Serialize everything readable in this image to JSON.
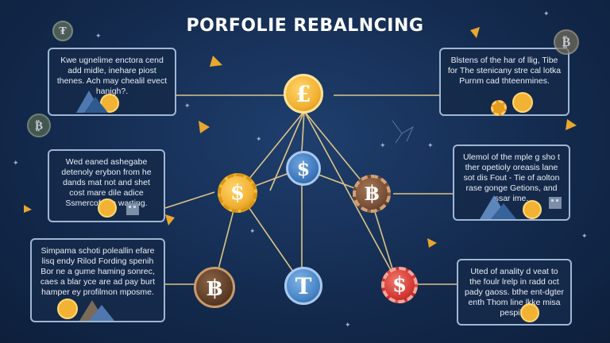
{
  "title": "PORFOLIE REBALNCING",
  "panels": {
    "top_left": "Kwe ugnelime enctora cend add midle, inehare piost thenes. Ach may chealil evect hanigh?.",
    "top_right": "Blstens of the har of llig, Tibe for The stenicany stre cal lotka Purnm cad thteenmines.",
    "mid_left": "Wed eaned ashegabe detenoly erybon from he dands mat not and shet cost mare dile adice Ssmercof tiye warting.",
    "mid_right": "Ulemol of the mple g sho t ther opetioly oreasis lane sot dis Fout - Tie of aolton rase gonge Getions, and ssar ime.",
    "bottom_left": "Simpama schoti poleallin efare lisq endy Rilod Fording spenih Bor ne a gume haming sonrec, caes a blar yce are ad pay burt hamper ey profilmon mposme.",
    "bottom_right": "Uted of anality d veat to the foulr lrelp in radd oct pady gaoss. bthe ent-dgter enth Thom line lkke misa pespile."
  },
  "coins": {
    "top_center": "£",
    "center": "$",
    "left": "$",
    "right": "฿",
    "bottom_left": "฿",
    "bottom_center": "T",
    "bottom_right": "$",
    "deco_top_left": "₮",
    "deco_top_right": "₿",
    "deco_mid_left": "₿"
  },
  "colors": {
    "gold": "#f2b233",
    "blue": "#3f79bd",
    "brown": "#7a5238",
    "red": "#d63b34",
    "line": "#f3d48a",
    "panel_border": "#9fb6d4"
  }
}
